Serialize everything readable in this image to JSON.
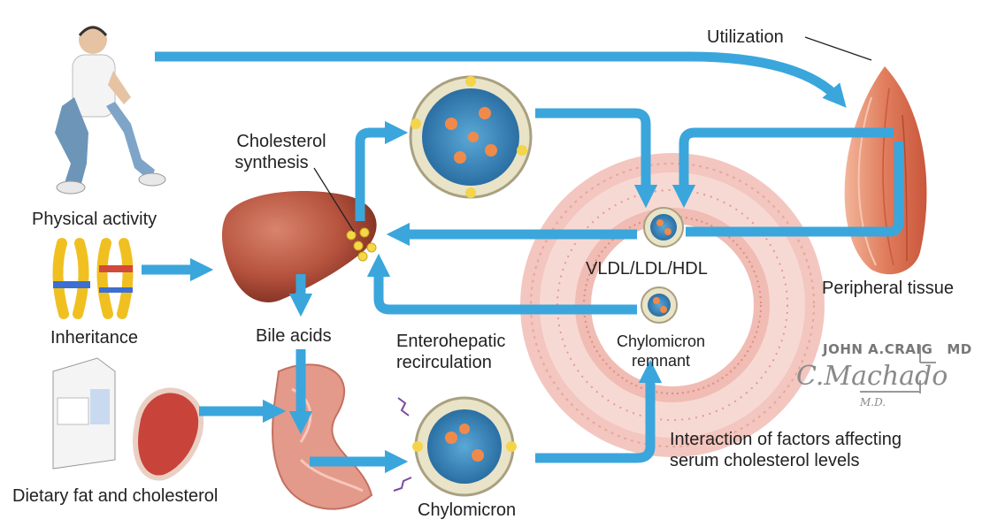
{
  "labels": {
    "physical_activity": "Physical activity",
    "inheritance": "Inheritance",
    "dietary": "Dietary fat and cholesterol",
    "cholesterol_synthesis_1": "Cholesterol",
    "cholesterol_synthesis_2": "synthesis",
    "bile_acids": "Bile acids",
    "enterohepatic_1": "Enterohepatic",
    "enterohepatic_2": "recirculation",
    "chylomicron": "Chylomicron",
    "vldl": "VLDL/LDL/HDL",
    "chylomicron_remnant_1": "Chylomicron",
    "chylomicron_remnant_2": "remnant",
    "utilization": "Utilization",
    "peripheral_tissue": "Peripheral tissue",
    "interaction_1": "Interaction of factors affecting",
    "interaction_2": "serum cholesterol levels"
  },
  "signature": {
    "line1": "JOHN A.CRAIG",
    "line1_suffix": "MD",
    "line2": "C.Machado",
    "line3": "M.D."
  },
  "colors": {
    "arrow": "#3aa6dc",
    "liver": "#b5523e",
    "muscle": "#e0886a",
    "vessel": "#f2c9c2",
    "intestine": "#e39a8a",
    "chromosome": "#f0c020"
  }
}
